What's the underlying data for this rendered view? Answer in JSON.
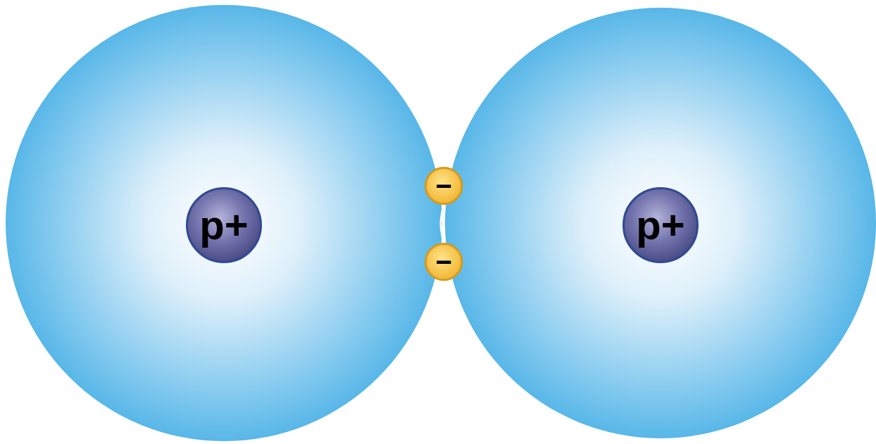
{
  "diagram": {
    "nodes": [
      {
        "text": [
          "p+"
        ]
      },
      {
        "text": [
          "−"
        ]
      },
      {
        "text": [
          "−"
        ]
      },
      {
        "text": [
          "p+"
        ]
      }
    ],
    "edges": [
      {
        "from": 1,
        "to": 2,
        "arrow": "none"
      }
    ]
  }
}
